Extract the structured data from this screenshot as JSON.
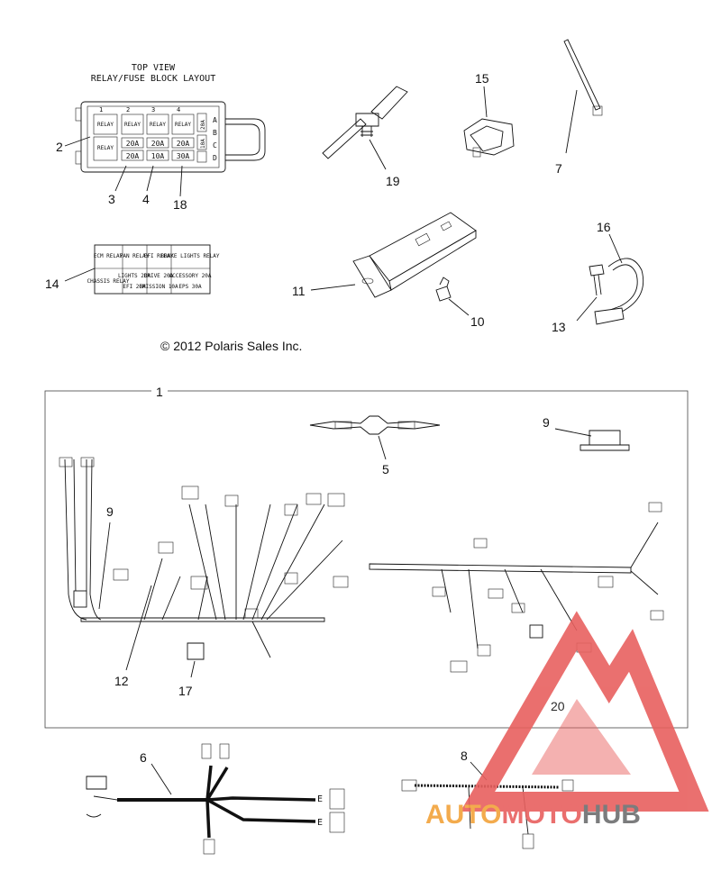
{
  "fuse_block": {
    "title_line1": "TOP VIEW",
    "title_line2": "RELAY/FUSE BLOCK LAYOUT",
    "col_letters": [
      "1",
      "2",
      "3",
      "4"
    ],
    "row_letters": [
      "A",
      "B",
      "C",
      "D"
    ],
    "relay_label": "RELAY",
    "fuse_20a": "20A",
    "fuse_10a": "10A",
    "fuse_30a": "30A"
  },
  "label_card": {
    "cells": [
      "ECM RELAY",
      "FAN RELAY",
      "EFI RELAY",
      "BRAKE LIGHTS RELAY",
      "CHASSIS RELAY",
      "LIGHTS 20A",
      "DRIVE 20A",
      "ACCESSORY 20A",
      "EFI 20A",
      "EMISSION 10A",
      "EPS 30A"
    ]
  },
  "copyright": "© 2012 Polaris Sales Inc.",
  "callouts": {
    "c1": "1",
    "c2": "2",
    "c3": "3",
    "c4": "4",
    "c5": "5",
    "c6": "6",
    "c7": "7",
    "c8": "8",
    "c9a": "9",
    "c9b": "9",
    "c10": "10",
    "c11": "11",
    "c12": "12",
    "c13": "13",
    "c14": "14",
    "c15": "15",
    "c16": "16",
    "c17": "17",
    "c18": "18",
    "c19": "19",
    "c20": "20"
  },
  "harness6": {
    "label_e1": "E",
    "label_e2": "E"
  },
  "watermark": {
    "part1": "AUTO",
    "part2": "MOTO",
    "part3": "HUB",
    "color_red": "#e8605f",
    "color_orange": "#f2a33a",
    "color_grey": "#6d6e70"
  }
}
